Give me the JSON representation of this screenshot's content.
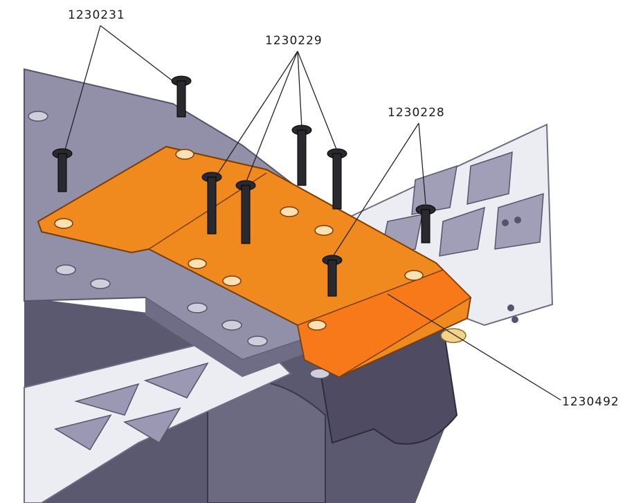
{
  "labels": {
    "screw_long_pair": "1230231",
    "screw_center_four": "1230229",
    "screw_right_pair": "1230228",
    "orange_plate": "1230492"
  },
  "colors": {
    "orange_plate": "#f08a1e",
    "chassis_plate": "#8f8fa6",
    "frame": "#e9e9f1",
    "shadow": "#56546a",
    "screw": "#2a2a2e",
    "leader_line": "#222222"
  }
}
